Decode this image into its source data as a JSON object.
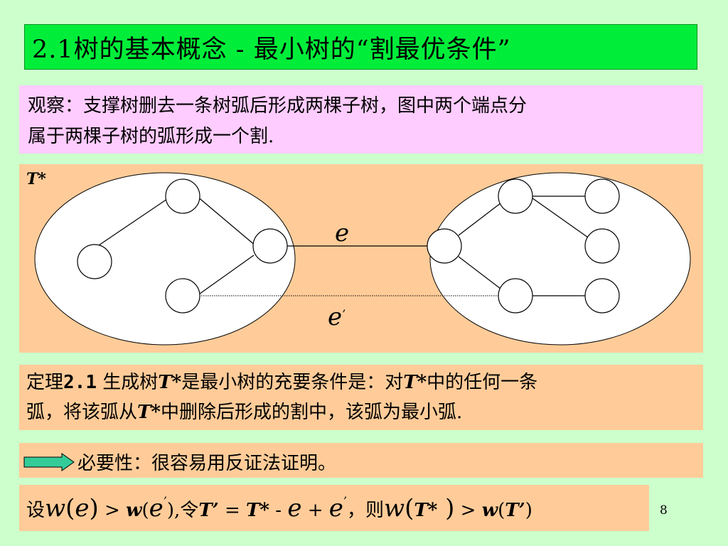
{
  "slide": {
    "title": "2.1树的基本概念 -  最小树的“割最优条件”",
    "page_number": "8"
  },
  "observation": {
    "line1": "观察：支撑树删去一条树弧后形成两棵子树，图中两个端点分",
    "line2": "属于两棵子树的弧形成一个割."
  },
  "diagram": {
    "tree_label": "T*",
    "edge_e": "e",
    "edge_e_prime": "e",
    "prime_mark": "’",
    "colors": {
      "ellipse_fill": "#ffffff",
      "node_fill": "#ffffff",
      "stroke": "#000000"
    }
  },
  "theorem": {
    "p1": "定理",
    "num": "2.1",
    "p2": " 生成树",
    "t1": "T*",
    "p3": "是最小树的充要条件是：对",
    "t2": "T*",
    "p4": "中的任何一条",
    "p5": "弧，将该弧从",
    "t3": "T*",
    "p6": "中删除后形成的割中，该弧为最小弧."
  },
  "necessity": {
    "text": "必要性：很容易用反证法证明。",
    "arrow_icon": "right-arrow-icon",
    "arrow_color": "#33cc99"
  },
  "formula": {
    "set": "设",
    "w": "w",
    "lp": "(",
    "e": "e",
    "rp": ")",
    "gt": " > ",
    "w2": "w",
    "lp2": "(",
    "e2": "e",
    "prime": "’",
    "rp2": "),",
    "let": "令",
    "tprime": "T’",
    "eq": " = ",
    "tstar": "T*",
    "minus": " - ",
    "e3": "e",
    "plus": " + ",
    "e4": "e",
    "prime2": "’",
    "then": "，则",
    "w3": "w",
    "lp3": "(",
    "tstar2": "T*",
    "rp3": " )",
    "gt2": " > ",
    "w4": "w",
    "lp4": "(",
    "tprime2": "T’",
    "rp4": ")"
  }
}
